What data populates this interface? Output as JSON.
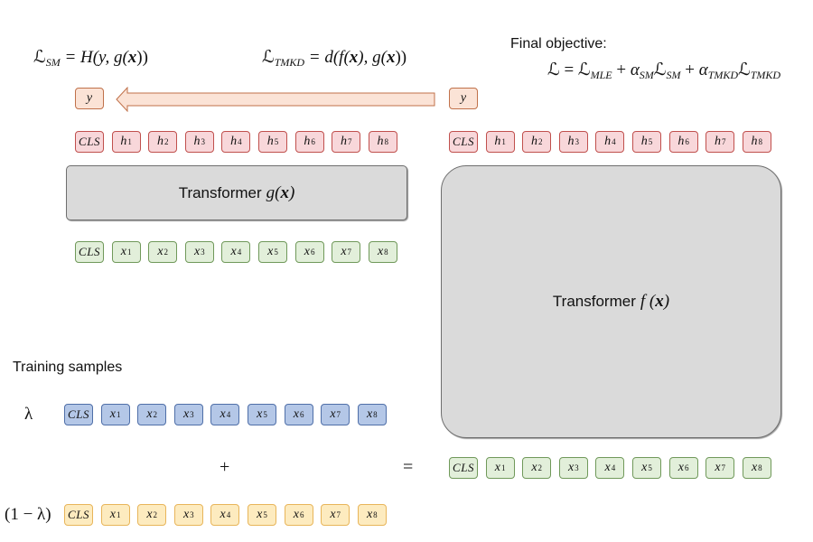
{
  "formulas": {
    "sm_loss": {
      "lhs": "ℒ",
      "lhs_sub": "SM",
      "rhs": "= H(y, g(",
      "var": "x",
      "close": "))"
    },
    "tmkd_loss": {
      "lhs": "ℒ",
      "lhs_sub": "TMKD",
      "rhs": "= d(f(",
      "var": "x",
      "mid": "), g(",
      "var2": "x",
      "close": "))"
    },
    "final_objective_title": "Final objective:",
    "final_objective": {
      "L": "ℒ",
      "eq": "=",
      "t1": "ℒ",
      "t1_sub": "MLE",
      "plus1": "+",
      "a1": "α",
      "a1_sub": "SM",
      "t2": "ℒ",
      "t2_sub": "SM",
      "plus2": "+",
      "a2": "α",
      "a2_sub": "TMKD",
      "t3": "ℒ",
      "t3_sub": "TMKD"
    }
  },
  "labels": {
    "y_left": "y",
    "y_right": "y",
    "training_samples": "Training samples",
    "lambda": "λ",
    "one_minus_lambda": "(1 − λ)",
    "plus": "+",
    "equals": "="
  },
  "blocks": {
    "student": {
      "text": "Transformer",
      "math": "g(",
      "var": "x",
      "close": ")"
    },
    "teacher": {
      "text": "Transformer",
      "math": "f (",
      "var": "x",
      "close": ")"
    }
  },
  "token_rows": {
    "student_hidden": {
      "color": "red",
      "tokens": [
        {
          "base": "CLS"
        },
        {
          "base": "h",
          "sub": "1"
        },
        {
          "base": "h",
          "sub": "2"
        },
        {
          "base": "h",
          "sub": "3"
        },
        {
          "base": "h",
          "sub": "4"
        },
        {
          "base": "h",
          "sub": "5"
        },
        {
          "base": "h",
          "sub": "6"
        },
        {
          "base": "h",
          "sub": "7"
        },
        {
          "base": "h",
          "sub": "8"
        }
      ]
    },
    "student_input": {
      "color": "green",
      "tokens": [
        {
          "base": "CLS"
        },
        {
          "base": "x",
          "sub": "1"
        },
        {
          "base": "x",
          "sub": "2"
        },
        {
          "base": "x",
          "sub": "3"
        },
        {
          "base": "x",
          "sub": "4"
        },
        {
          "base": "x",
          "sub": "5"
        },
        {
          "base": "x",
          "sub": "6"
        },
        {
          "base": "x",
          "sub": "7"
        },
        {
          "base": "x",
          "sub": "8"
        }
      ]
    },
    "teacher_hidden": {
      "color": "red",
      "tokens": [
        {
          "base": "CLS"
        },
        {
          "base": "h",
          "sub": "1"
        },
        {
          "base": "h",
          "sub": "2"
        },
        {
          "base": "h",
          "sub": "3"
        },
        {
          "base": "h",
          "sub": "4"
        },
        {
          "base": "h",
          "sub": "5"
        },
        {
          "base": "h",
          "sub": "6"
        },
        {
          "base": "h",
          "sub": "7"
        },
        {
          "base": "h",
          "sub": "8"
        }
      ]
    },
    "teacher_input": {
      "color": "green",
      "tokens": [
        {
          "base": "CLS"
        },
        {
          "base": "x",
          "sub": "1"
        },
        {
          "base": "x",
          "sub": "2"
        },
        {
          "base": "x",
          "sub": "3"
        },
        {
          "base": "x",
          "sub": "4"
        },
        {
          "base": "x",
          "sub": "5"
        },
        {
          "base": "x",
          "sub": "6"
        },
        {
          "base": "x",
          "sub": "7"
        },
        {
          "base": "x",
          "sub": "8"
        }
      ]
    },
    "sample_a": {
      "color": "blue",
      "tokens": [
        {
          "base": "CLS"
        },
        {
          "base": "x",
          "sub": "1"
        },
        {
          "base": "x",
          "sub": "2"
        },
        {
          "base": "x",
          "sub": "3"
        },
        {
          "base": "x",
          "sub": "4"
        },
        {
          "base": "x",
          "sub": "5"
        },
        {
          "base": "x",
          "sub": "6"
        },
        {
          "base": "x",
          "sub": "7"
        },
        {
          "base": "x",
          "sub": "8"
        }
      ]
    },
    "sample_b": {
      "color": "yellow",
      "tokens": [
        {
          "base": "CLS"
        },
        {
          "base": "x",
          "sub": "1"
        },
        {
          "base": "x",
          "sub": "2"
        },
        {
          "base": "x",
          "sub": "3"
        },
        {
          "base": "x",
          "sub": "4"
        },
        {
          "base": "x",
          "sub": "5"
        },
        {
          "base": "x",
          "sub": "6"
        },
        {
          "base": "x",
          "sub": "7"
        },
        {
          "base": "x",
          "sub": "8"
        }
      ]
    }
  },
  "colors": {
    "red_fill": "#f8d7da",
    "red_border": "#c0504d",
    "green_fill": "#e2efda",
    "green_border": "#70995a",
    "blue_fill": "#b4c7e7",
    "blue_border": "#4f6fa8",
    "yellow_fill": "#fdebbf",
    "yellow_border": "#e8b55a",
    "arrow_fill": "#fbe3d6",
    "arrow_border": "#c0714a",
    "block_fill": "#dadada"
  }
}
